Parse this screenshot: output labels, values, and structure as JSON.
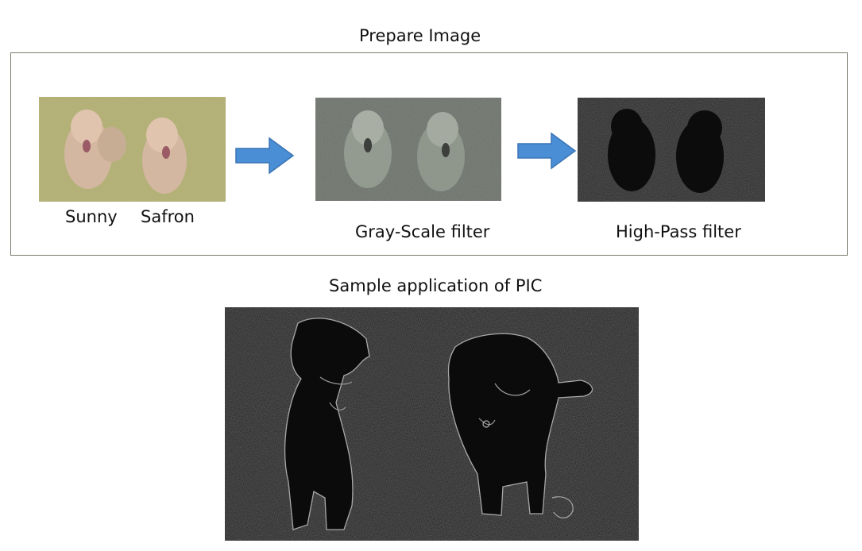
{
  "prepare": {
    "title": "Prepare Image",
    "dog_name_left": "Sunny",
    "dog_name_right": "Safron",
    "grayscale_label": "Gray-Scale filter",
    "highpass_label": "High-Pass filter"
  },
  "sample": {
    "title": "Sample application of PIC"
  },
  "colors": {
    "frame_border": "#7a7a6c",
    "arrow_fill": "#4a8fd6",
    "arrow_stroke": "#3a74b3",
    "original_photo_tint": "#b4b072",
    "grayscale_photo_tint": "#686d66",
    "highpass_photo_tint": "#1d1d1d",
    "edge_photo_tint": "#141414"
  },
  "icons": {
    "transition_arrow": "right-arrow-icon"
  }
}
